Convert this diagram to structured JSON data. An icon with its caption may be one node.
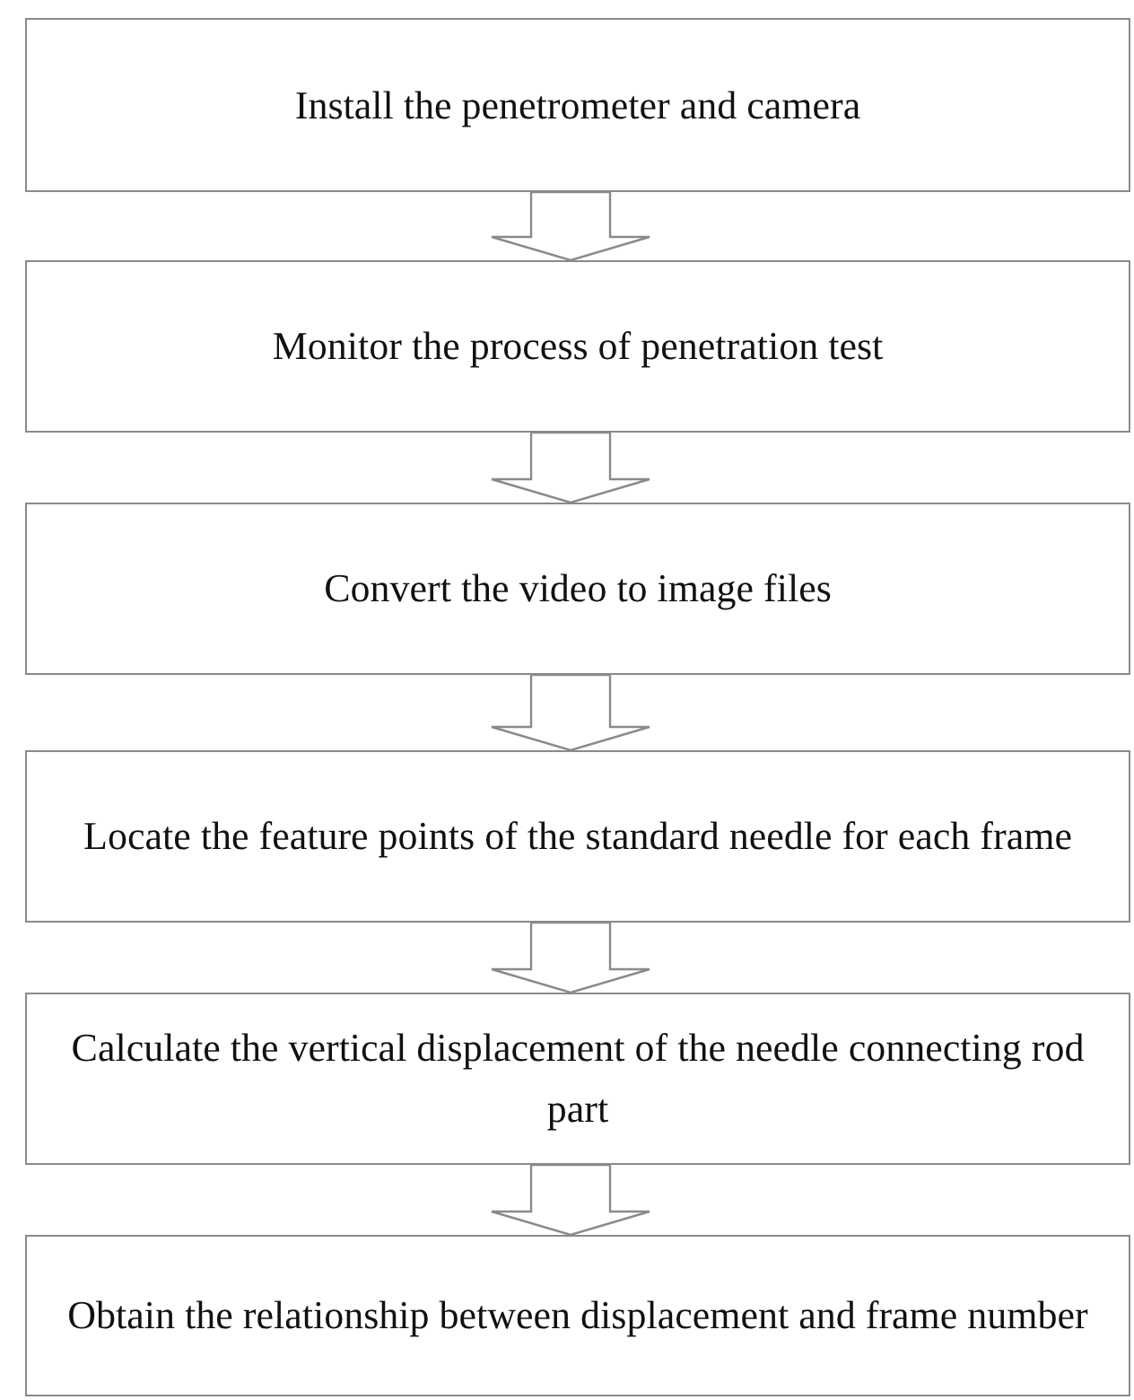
{
  "diagram": {
    "nodes": [
      {
        "text": [
          "Install the penetrometer and camera"
        ]
      },
      {
        "text": [
          "Monitor the process of penetration test"
        ]
      },
      {
        "text": [
          "Convert the video to image files"
        ]
      },
      {
        "text": [
          "Locate the feature points of the standard needle for each frame"
        ]
      },
      {
        "text": [
          "Calculate the vertical displacement of the needle connecting rod part"
        ]
      },
      {
        "text": [
          "Obtain the relationship between displacement and frame number"
        ]
      }
    ],
    "edges": [
      {
        "from": 0,
        "to": 1,
        "arrow": "to"
      },
      {
        "from": 1,
        "to": 2,
        "arrow": "to"
      },
      {
        "from": 2,
        "to": 3,
        "arrow": "to"
      },
      {
        "from": 3,
        "to": 4,
        "arrow": "to"
      },
      {
        "from": 4,
        "to": 5,
        "arrow": "to"
      }
    ]
  }
}
